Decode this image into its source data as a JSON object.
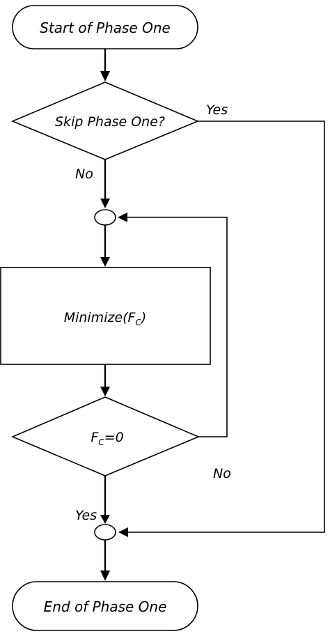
{
  "nodes": {
    "start": "Start of Phase One",
    "skip_question": "Skip Phase One?",
    "minimize": {
      "prefix": "Minimize(F",
      "subscript": "C",
      "suffix": ")"
    },
    "fc_check": {
      "prefix": "F",
      "subscript": "C",
      "suffix": "=0"
    },
    "end": "End of Phase One"
  },
  "edge_labels": {
    "skip_yes": "Yes",
    "skip_no": "No",
    "fc_no": "No",
    "fc_yes": "Yes"
  }
}
